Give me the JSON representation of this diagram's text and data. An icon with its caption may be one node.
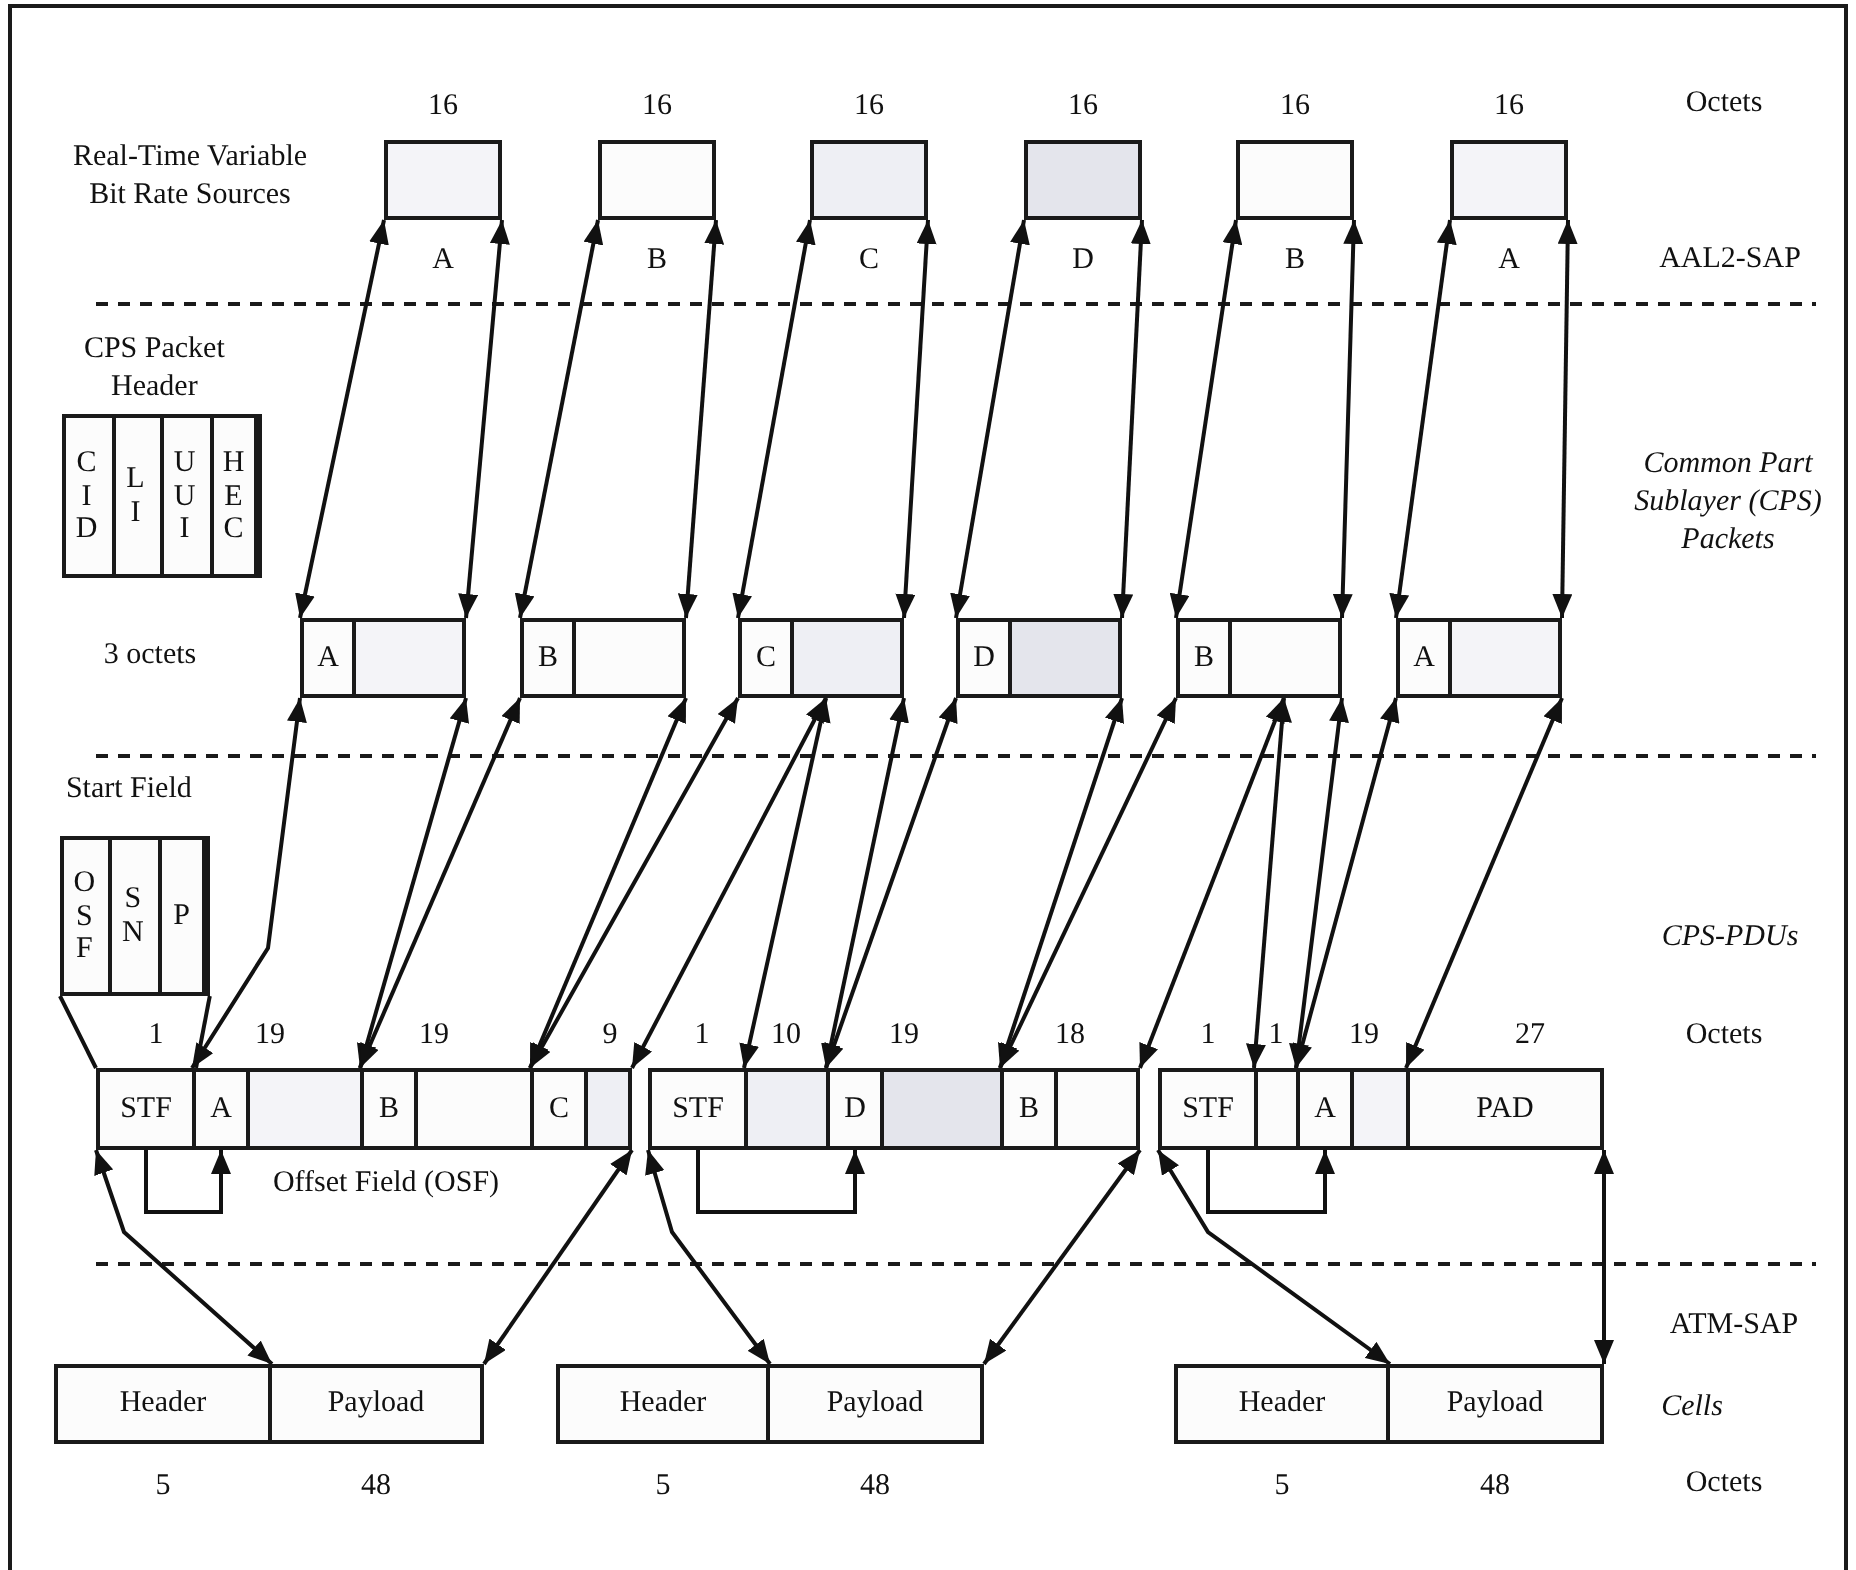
{
  "diagram": {
    "nodes": [
      {
        "text": [
          "A"
        ],
        "beside": [
          "16"
        ]
      },
      {
        "text": [
          "B"
        ],
        "beside": [
          "16"
        ]
      },
      {
        "text": [
          "C"
        ],
        "beside": [
          "16"
        ]
      },
      {
        "text": [
          "D"
        ],
        "beside": [
          "16"
        ]
      },
      {
        "text": [
          "B"
        ],
        "beside": [
          "16"
        ]
      },
      {
        "text": [
          "A"
        ],
        "beside": [
          "16"
        ]
      },
      {
        "text": [
          "A"
        ]
      },
      {
        "text": [
          "B"
        ]
      },
      {
        "text": [
          "C"
        ]
      },
      {
        "text": [
          "D"
        ]
      },
      {
        "text": [
          "B"
        ]
      },
      {
        "text": [
          "A"
        ]
      },
      {
        "text": [
          "CPS Packet Header"
        ]
      },
      {
        "text": [
          "CID"
        ],
        "in": 12
      },
      {
        "text": [
          "LI"
        ],
        "in": 12
      },
      {
        "text": [
          "UUI"
        ],
        "in": 12
      },
      {
        "text": [
          "HEC"
        ],
        "in": 12
      },
      {
        "text": [
          "Start Field"
        ]
      },
      {
        "text": [
          "OSF"
        ],
        "in": 17
      },
      {
        "text": [
          "SN"
        ],
        "in": 17
      },
      {
        "text": [
          "P"
        ],
        "in": 17
      },
      {
        "text": [
          "STF"
        ]
      },
      {
        "text": [
          "A"
        ]
      },
      {
        "text": [],
        "shape": "box"
      },
      {
        "text": [
          "B"
        ]
      },
      {
        "text": [],
        "shape": "box"
      },
      {
        "text": [
          "C"
        ]
      },
      {
        "text": [],
        "shape": "box"
      },
      {
        "text": [
          "STF"
        ]
      },
      {
        "text": [],
        "shape": "box"
      },
      {
        "text": [
          "D"
        ]
      },
      {
        "text": [],
        "shape": "box"
      },
      {
        "text": [
          "B"
        ]
      },
      {
        "text": [],
        "shape": "box"
      },
      {
        "text": [
          "STF"
        ]
      },
      {
        "text": [],
        "shape": "box"
      },
      {
        "text": [
          "A"
        ]
      },
      {
        "text": [],
        "shape": "box"
      },
      {
        "text": [
          "PAD"
        ]
      },
      {
        "text": [
          "Header"
        ],
        "beside": [
          "5"
        ]
      },
      {
        "text": [
          "Payload"
        ],
        "beside": [
          "48"
        ]
      },
      {
        "text": [
          "Header"
        ],
        "beside": [
          "5"
        ]
      },
      {
        "text": [
          "Payload"
        ],
        "beside": [
          "48"
        ]
      },
      {
        "text": [
          "Header"
        ],
        "beside": [
          "5"
        ]
      },
      {
        "text": [
          "Payload"
        ],
        "beside": [
          "48"
        ]
      }
    ],
    "edges": [
      {
        "from": 0,
        "to": 6,
        "arrow": "both"
      },
      {
        "from": 0,
        "to": 6,
        "arrow": "both"
      },
      {
        "from": 1,
        "to": 7,
        "arrow": "both"
      },
      {
        "from": 1,
        "to": 7,
        "arrow": "both"
      },
      {
        "from": 2,
        "to": 8,
        "arrow": "both"
      },
      {
        "from": 2,
        "to": 8,
        "arrow": "both"
      },
      {
        "from": 3,
        "to": 9,
        "arrow": "both"
      },
      {
        "from": 3,
        "to": 9,
        "arrow": "both"
      },
      {
        "from": 4,
        "to": 10,
        "arrow": "both"
      },
      {
        "from": 4,
        "to": 10,
        "arrow": "both"
      },
      {
        "from": 5,
        "to": 11,
        "arrow": "both"
      },
      {
        "from": 5,
        "to": 11,
        "arrow": "both"
      },
      {
        "from": 6,
        "to": 22,
        "arrow": "both"
      },
      {
        "from": 6,
        "to": 24,
        "arrow": "both"
      },
      {
        "from": 7,
        "to": 24,
        "arrow": "both"
      },
      {
        "from": 7,
        "to": 26,
        "arrow": "both"
      },
      {
        "from": 8,
        "to": 26,
        "arrow": "both"
      },
      {
        "from": 8,
        "to": 27,
        "arrow": "both"
      },
      {
        "from": 8,
        "to": 29,
        "arrow": "both"
      },
      {
        "from": 8,
        "to": 30,
        "arrow": "both"
      },
      {
        "from": 9,
        "to": 30,
        "arrow": "both"
      },
      {
        "from": 9,
        "to": 32,
        "arrow": "both"
      },
      {
        "from": 10,
        "to": 32,
        "arrow": "both"
      },
      {
        "from": 10,
        "to": 33,
        "arrow": "both"
      },
      {
        "from": 10,
        "to": 35,
        "arrow": "both"
      },
      {
        "from": 10,
        "to": 36,
        "arrow": "both"
      },
      {
        "from": 11,
        "to": 36,
        "arrow": "both"
      },
      {
        "from": 11,
        "to": 38,
        "arrow": "both"
      },
      {
        "from": 21,
        "to": 22,
        "arrow": "to"
      },
      {
        "from": 28,
        "to": 30,
        "arrow": "to"
      },
      {
        "from": 34,
        "to": 36,
        "arrow": "to"
      },
      {
        "from": 18,
        "to": 21,
        "arrow": "none"
      },
      {
        "from": 21,
        "to": 39,
        "arrow": "both"
      },
      {
        "from": 27,
        "to": 40,
        "arrow": "both"
      },
      {
        "from": 28,
        "to": 41,
        "arrow": "both"
      },
      {
        "from": 33,
        "to": 42,
        "arrow": "both"
      },
      {
        "from": 34,
        "to": 43,
        "arrow": "both"
      },
      {
        "from": 38,
        "to": 44,
        "arrow": "both"
      },
      {
        "from": 20,
        "to": 21,
        "arrow": "none"
      }
    ],
    "labels": [
      "Octets",
      "Real-Time Variable Bit Rate Sources",
      "AAL2-SAP",
      "Common Part Sublayer (CPS) Packets",
      "3 octets",
      "CPS-PDUs",
      "1",
      "19",
      "19",
      "9",
      "1",
      "10",
      "19",
      "18",
      "1",
      "1",
      "19",
      "27",
      "Octets",
      "Offset Field (OSF)",
      "ATM-SAP",
      "Cells",
      "Octets"
    ]
  }
}
